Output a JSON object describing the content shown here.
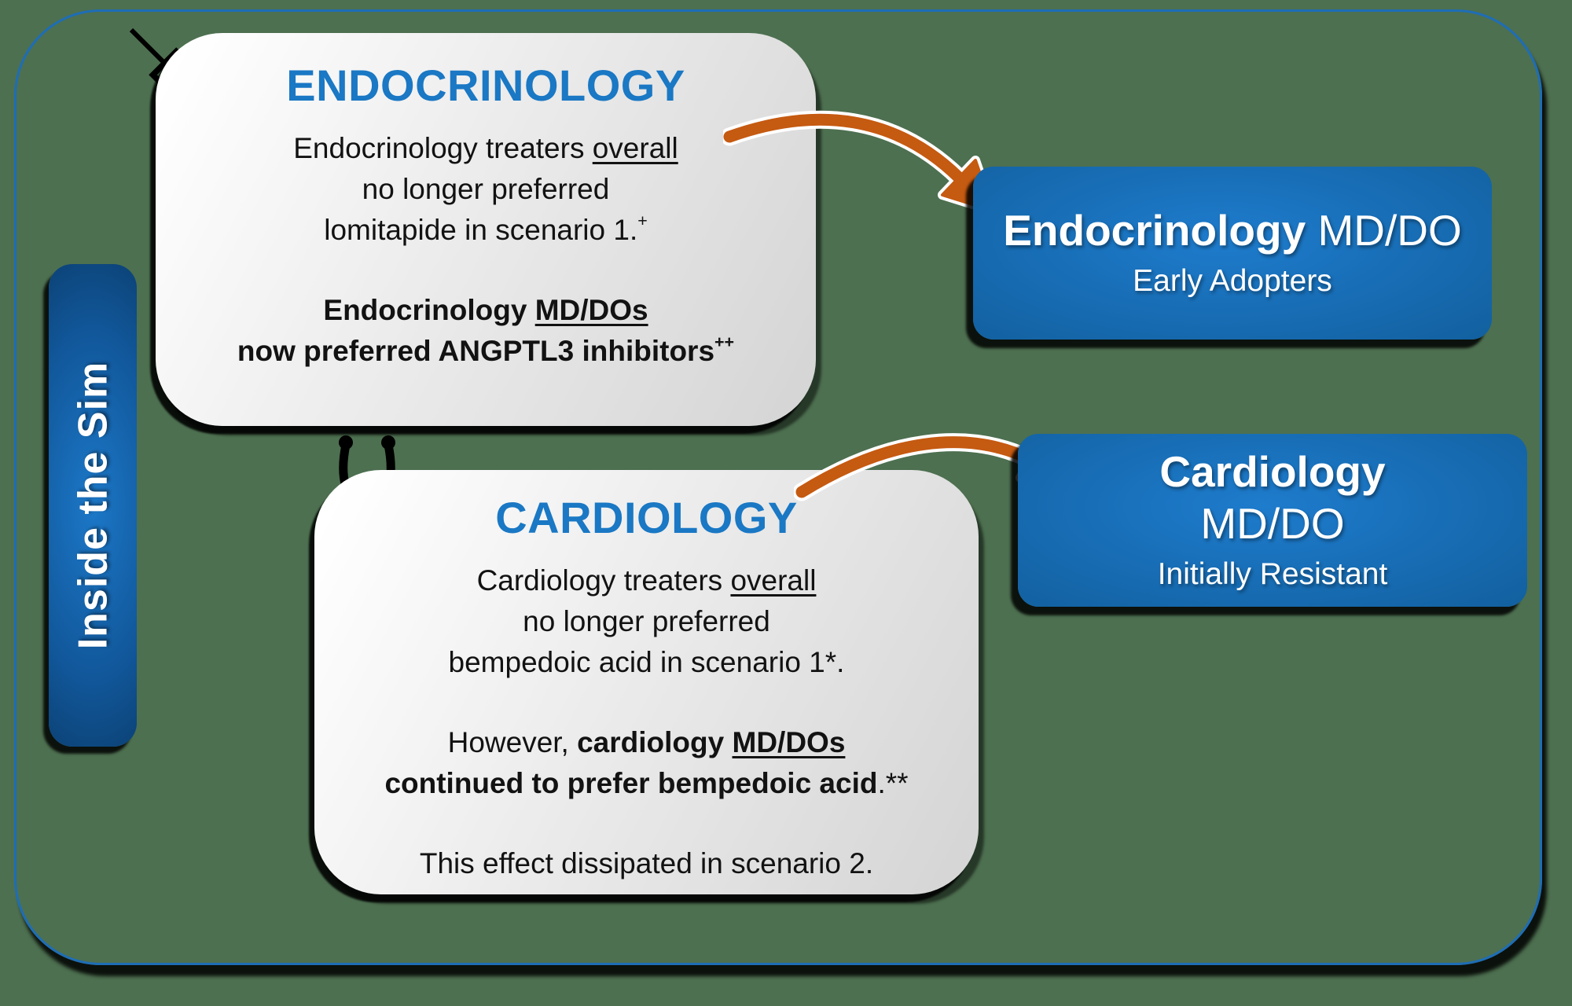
{
  "diagram": {
    "sidebar": {
      "label": "Inside the Sim"
    },
    "endo_card": {
      "icon": "syringe-icon",
      "title": "ENDOCRINOLOGY",
      "body": {
        "l1_pre": "Endocrinology treaters ",
        "l1_underline": "overall",
        "l2": "no longer preferred",
        "l3": "lomitapide in scenario 1.",
        "l3_sup": "+",
        "l4_bold": "Endocrinology ",
        "l4_bold_underline": "MD/DOs",
        "l5_bold": "now preferred ANGPTL3 inhibitors",
        "l5_sup": "++"
      }
    },
    "cardio_card": {
      "icon": "stethoscope-icon",
      "title": "CARDIOLOGY",
      "body": {
        "l1_pre": "Cardiology treaters ",
        "l1_underline": "overall",
        "l2": "no longer preferred",
        "l3": "bempedoic acid in scenario 1*.",
        "l4_pre": "However, ",
        "l4_bold": "cardiology ",
        "l4_bold_underline": "MD/DOs",
        "l5_bold": "continued to prefer bempedoic acid",
        "l5_post": ".**",
        "l6": "This effect dissipated in scenario 2."
      }
    },
    "endo_result_box": {
      "title_bold": "Endocrinology",
      "title_rest": " MD/DO",
      "subtitle": "Early Adopters"
    },
    "cardio_result_box": {
      "line1_bold": "Cardiology",
      "line2": "MD/DO",
      "subtitle": "Initially Resistant"
    },
    "colors": {
      "background_green": "#4d7050",
      "heading_blue": "#1a78c4",
      "result_box_blue": "#12609f",
      "arrow_orange": "#c55a11",
      "frame_border_blue": "#1e6db6",
      "card_gray": "#e5e5e5"
    }
  }
}
